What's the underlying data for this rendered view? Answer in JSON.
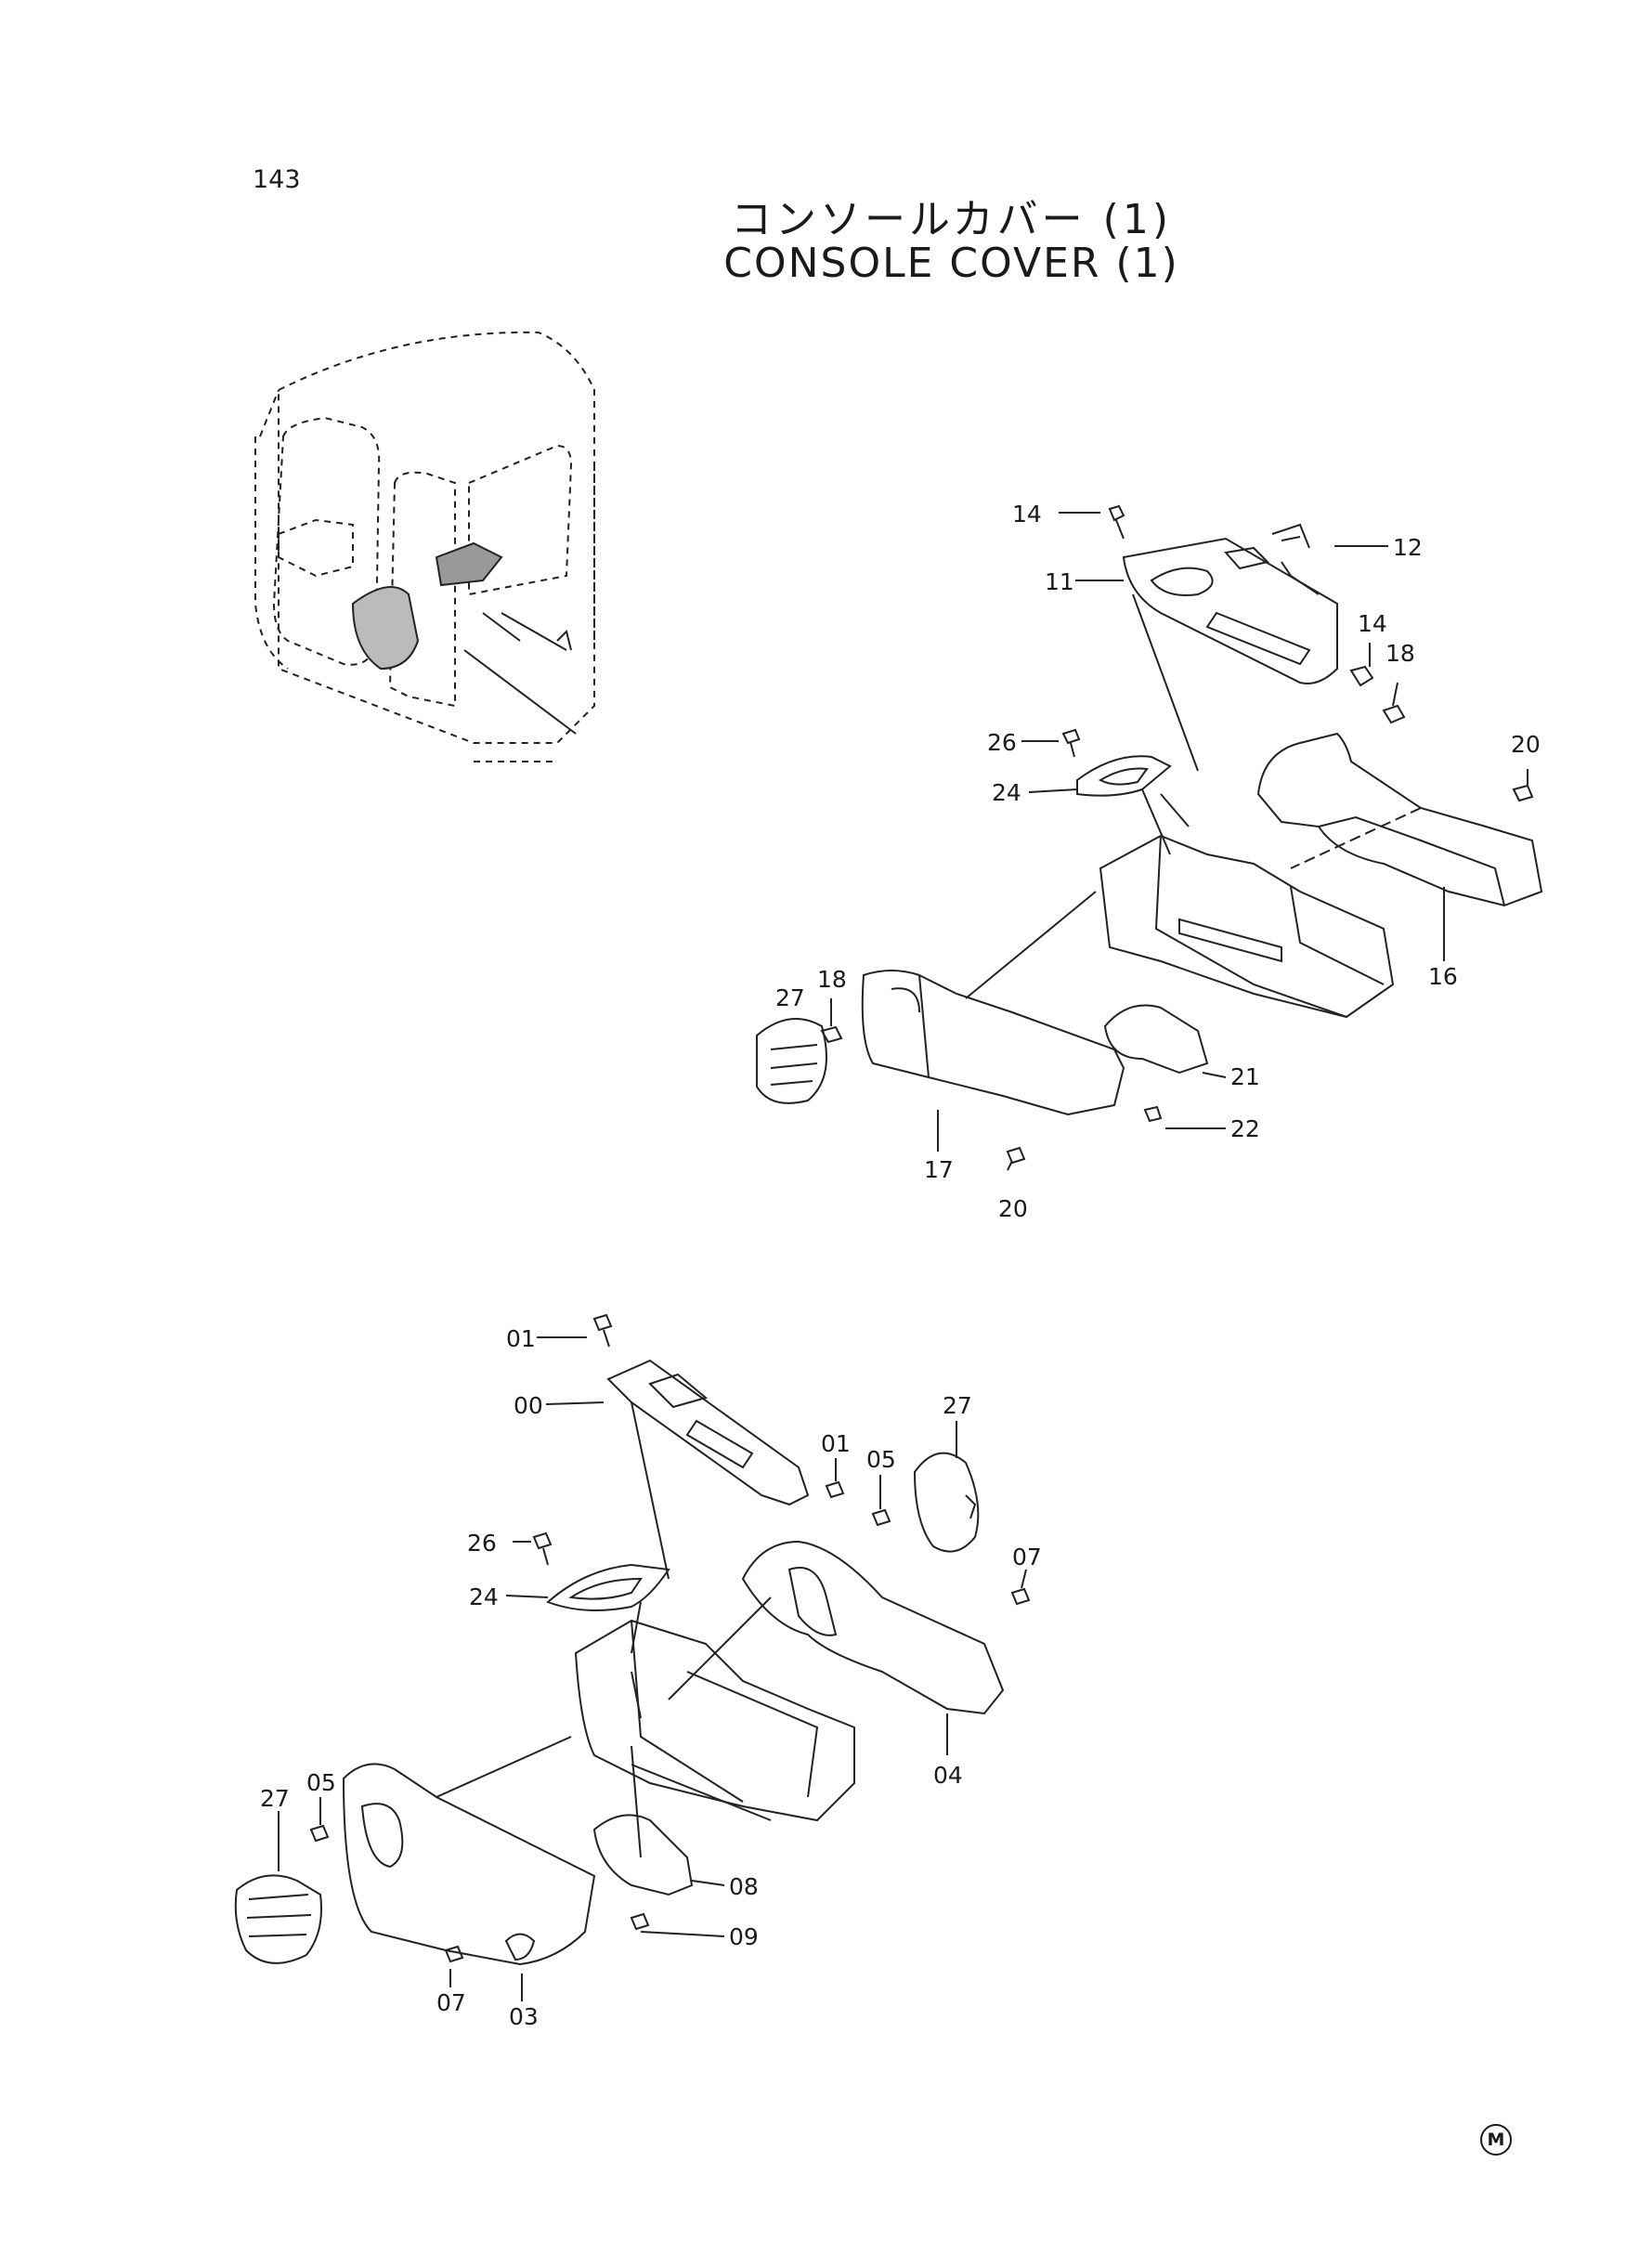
{
  "page_number": "143",
  "title_jp": "コンソールカバー (1)",
  "title_en": "CONSOLE COVER (1)",
  "corner_mark": "M",
  "upper_callouts": [
    "14",
    "12",
    "11",
    "14",
    "18",
    "26",
    "20",
    "24",
    "16",
    "18",
    "27",
    "21",
    "22",
    "17",
    "20"
  ],
  "lower_callouts": [
    "01",
    "00",
    "01",
    "05",
    "27",
    "26",
    "07",
    "24",
    "04",
    "27",
    "05",
    "08",
    "09",
    "07",
    "03"
  ]
}
